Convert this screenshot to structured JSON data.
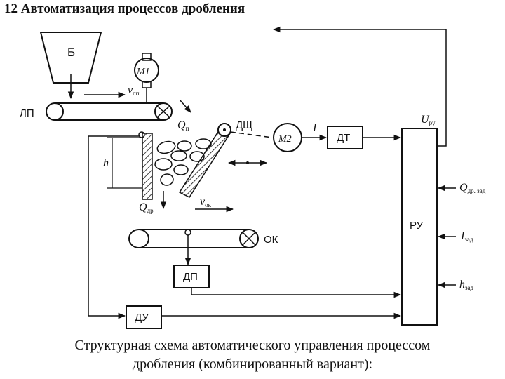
{
  "title": "12 Автоматизация процессов дробления",
  "caption_lines": [
    "Структурная схема автоматического управления процессом",
    "дробления (комбинированный вариант):"
  ],
  "labels": {
    "bunker": "Б",
    "motor1": "M1",
    "motor2": "M2",
    "feeder": "ЛП",
    "crusher": "ДЩ",
    "conveyor": "ОК",
    "current_sensor": "ДТ",
    "regulator": "РУ",
    "product_sensor": "ДП",
    "level_sensor": "ДУ",
    "current": "I",
    "height": "h"
  },
  "symbols": {
    "v_feeder": {
      "main": "v",
      "sub": "лп"
    },
    "q_feed": {
      "main": "Q",
      "sub": "п"
    },
    "q_crushed": {
      "main": "Q",
      "sub": "др"
    },
    "v_conveyor": {
      "main": "v",
      "sub": "ок"
    },
    "u_regulator": {
      "main": "U",
      "sub": "ру"
    },
    "q_setpoint": {
      "main": "Q",
      "sub": "др. зад"
    },
    "i_setpoint": {
      "main": "I",
      "sub": "зад"
    },
    "h_setpoint": {
      "main": "h",
      "sub": "зад"
    }
  }
}
